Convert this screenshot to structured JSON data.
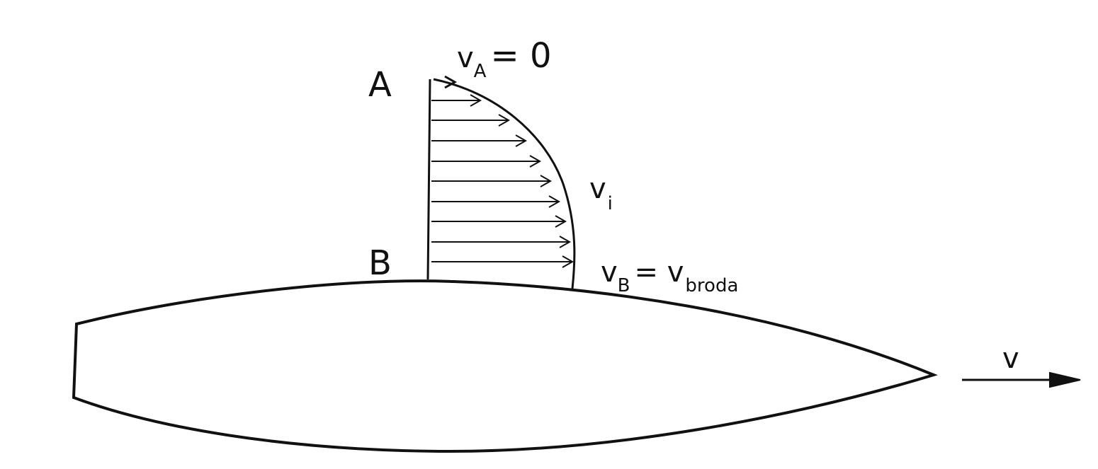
{
  "labels": {
    "point_a": "A",
    "point_b": "B",
    "v_a_symbol": "v",
    "v_a_sub": "A",
    "v_a_eq": "= 0",
    "v_i_symbol": "v",
    "v_i_sub": "i",
    "v_b_symbol": "v",
    "v_b_sub": "B",
    "v_b_eq": "= v",
    "v_b_rhs_sub": "broda",
    "ship_velocity": "v"
  },
  "colors": {
    "ink": "#111111",
    "background": "#ffffff"
  }
}
